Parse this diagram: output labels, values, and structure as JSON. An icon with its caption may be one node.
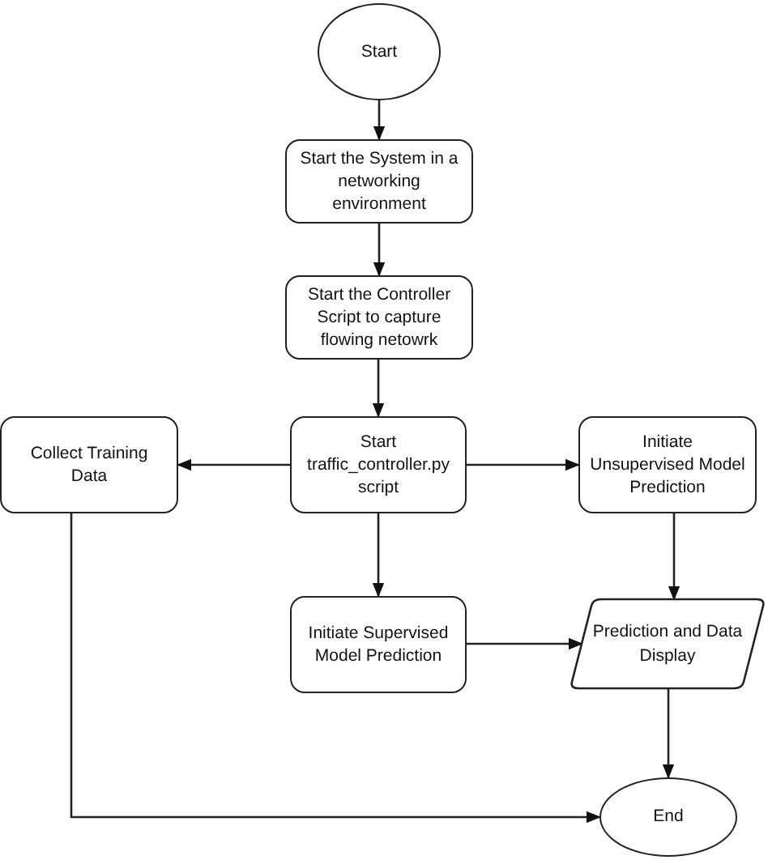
{
  "diagram": {
    "nodes": [
      {
        "text": [
          "Start"
        ]
      },
      {
        "text": [
          "Start the System in a networking environment"
        ]
      },
      {
        "text": [
          "Start the Controller Script to capture flowing netowrk"
        ]
      },
      {
        "text": [
          "Start traffic_controller.py script"
        ]
      },
      {
        "text": [
          "Collect Training Data"
        ]
      },
      {
        "text": [
          "Initiate Unsupervised Model Prediction"
        ]
      },
      {
        "text": [
          "Initiate Supervised Model Prediction"
        ]
      },
      {
        "text": [
          "Prediction and Data Display"
        ]
      },
      {
        "text": [
          "End"
        ]
      }
    ],
    "edges": [
      {
        "from": 0,
        "to": 1,
        "arrow": "to"
      },
      {
        "from": 1,
        "to": 2,
        "arrow": "to"
      },
      {
        "from": 2,
        "to": 3,
        "arrow": "to"
      },
      {
        "from": 3,
        "to": 4,
        "arrow": "to"
      },
      {
        "from": 3,
        "to": 5,
        "arrow": "to"
      },
      {
        "from": 3,
        "to": 6,
        "arrow": "to"
      },
      {
        "from": 5,
        "to": 7,
        "arrow": "to"
      },
      {
        "from": 6,
        "to": 7,
        "arrow": "to"
      },
      {
        "from": 7,
        "to": 8,
        "arrow": "to"
      },
      {
        "from": 4,
        "to": 8,
        "arrow": "to"
      }
    ]
  }
}
